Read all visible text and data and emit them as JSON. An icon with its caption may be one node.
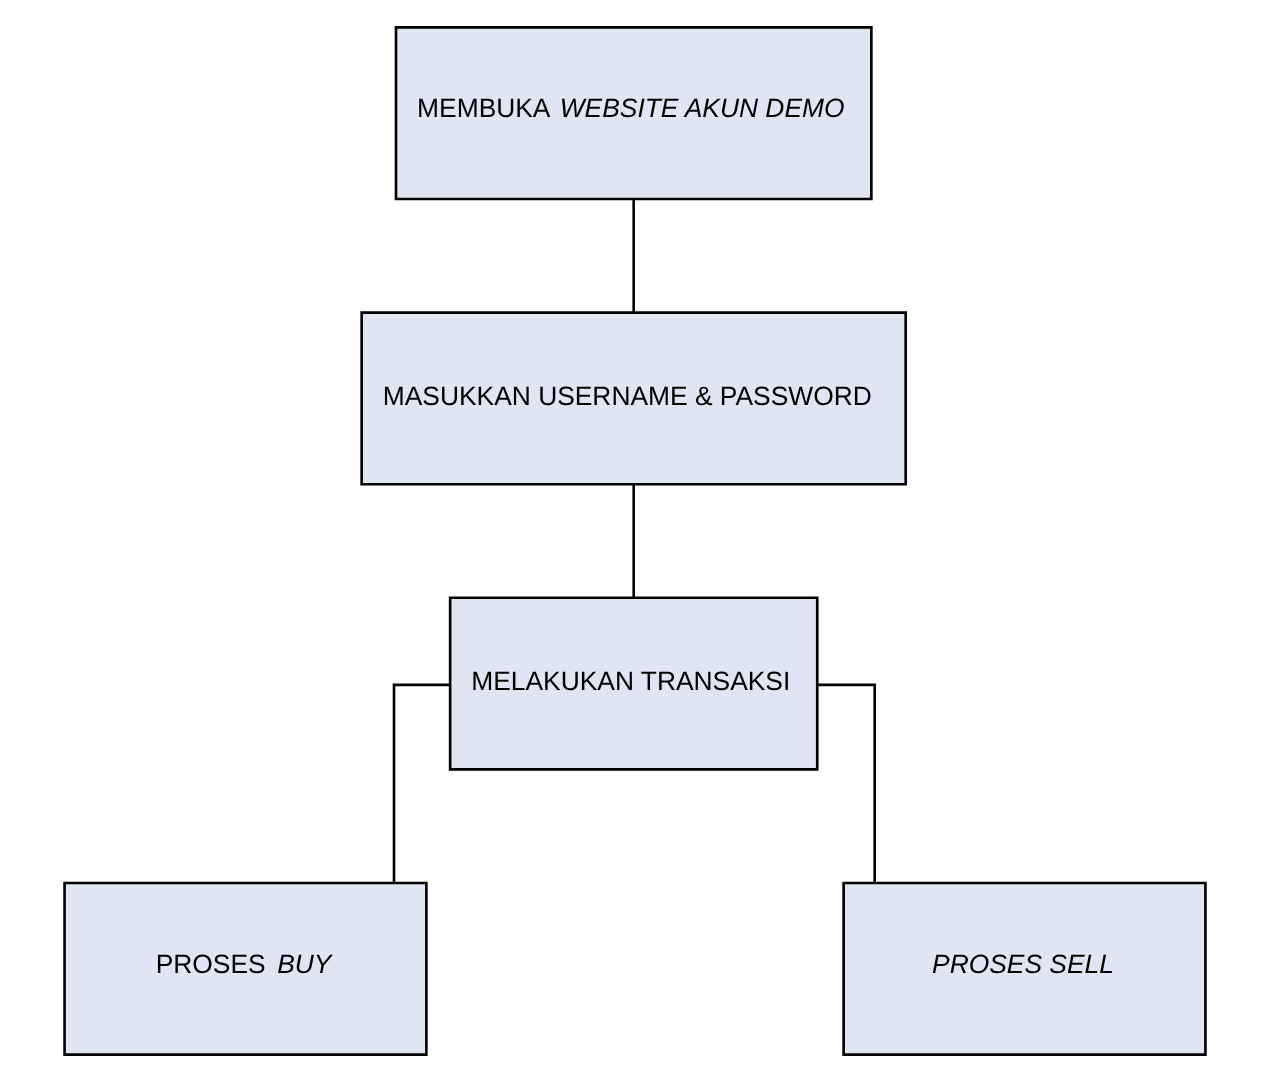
{
  "diagram": {
    "nodes": [
      {
        "text": [
          "MEMBUKA *WEBSITE AKUN DEMO*"
        ]
      },
      {
        "text": [
          "MASUKKAN USERNAME & PASSWORD"
        ]
      },
      {
        "text": [
          "MELAKUKAN TRANSAKSI"
        ]
      },
      {
        "text": [
          "PROSES *BUY*"
        ]
      },
      {
        "text": [
          "PROSES SELL"
        ]
      }
    ],
    "edges": [
      {
        "from": 0,
        "to": 1,
        "arrow": "none"
      },
      {
        "from": 1,
        "to": 2,
        "arrow": "none"
      },
      {
        "from": 2,
        "to": 3,
        "arrow": "none"
      },
      {
        "from": 2,
        "to": 4,
        "arrow": "none"
      }
    ]
  }
}
